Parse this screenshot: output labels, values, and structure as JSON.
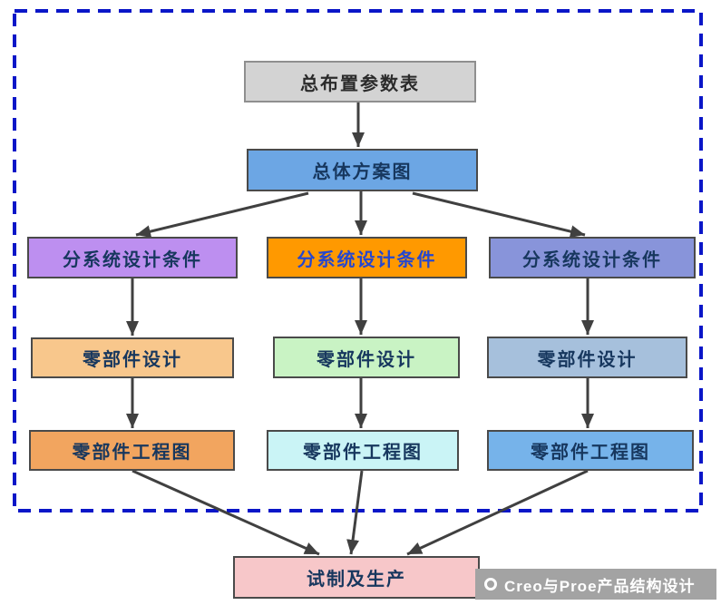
{
  "diagram": {
    "border_color": "#0a16c8",
    "arrow_color": "#404040",
    "top_node": {
      "label": "总布置参数表",
      "bg": "#d3d3d3",
      "text": "#2b2b2b"
    },
    "scheme_node": {
      "label": "总体方案图",
      "bg": "#6ca6e4",
      "text": "#17375e"
    },
    "columns": [
      {
        "condition": {
          "label": "分系统设计条件",
          "bg": "#bd8ff0",
          "text": "#17375e"
        },
        "design": {
          "label": "零部件设计",
          "bg": "#f8c78c",
          "text": "#17375e"
        },
        "drawing": {
          "label": "零部件工程图",
          "bg": "#f2a55f",
          "text": "#17375e"
        }
      },
      {
        "condition": {
          "label": "分系统设计条件",
          "bg": "#ff9900",
          "text": "#2547cf"
        },
        "design": {
          "label": "零部件设计",
          "bg": "#c9f3c4",
          "text": "#17375e"
        },
        "drawing": {
          "label": "零部件工程图",
          "bg": "#caf4f6",
          "text": "#17375e"
        }
      },
      {
        "condition": {
          "label": "分系统设计条件",
          "bg": "#8894da",
          "text": "#17375e"
        },
        "design": {
          "label": "零部件设计",
          "bg": "#a6c0dc",
          "text": "#17375e"
        },
        "drawing": {
          "label": "零部件工程图",
          "bg": "#76b3ea",
          "text": "#17375e"
        }
      }
    ],
    "bottom_node": {
      "label": "试制及生产",
      "bg": "#f7c7c9",
      "text": "#17375e"
    }
  },
  "watermark": {
    "label": "Creo与Proe产品结构设计",
    "bg": "#a3a3a3",
    "text": "#ffffff"
  }
}
